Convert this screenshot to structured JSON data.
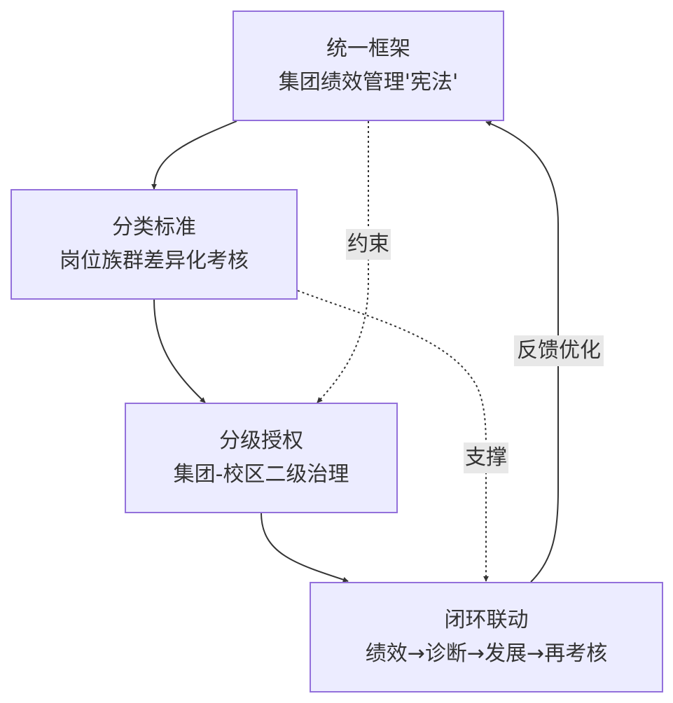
{
  "nodes": {
    "framework": {
      "title": "统一框架",
      "subtitle": "集团绩效管理'宪法'"
    },
    "standards": {
      "title": "分类标准",
      "subtitle": "岗位族群差异化考核"
    },
    "authorization": {
      "title": "分级授权",
      "subtitle": "集团-校区二级治理"
    },
    "closed_loop": {
      "title": "闭环联动",
      "subtitle": "绩效→诊断→发展→再考核"
    }
  },
  "edge_labels": {
    "constrain": "约束",
    "support": "支撑",
    "feedback": "反馈优化"
  },
  "colors": {
    "node_fill": "#ececff",
    "node_border": "#9370db",
    "line": "#333333",
    "label_bg": "#e8e8e8"
  }
}
